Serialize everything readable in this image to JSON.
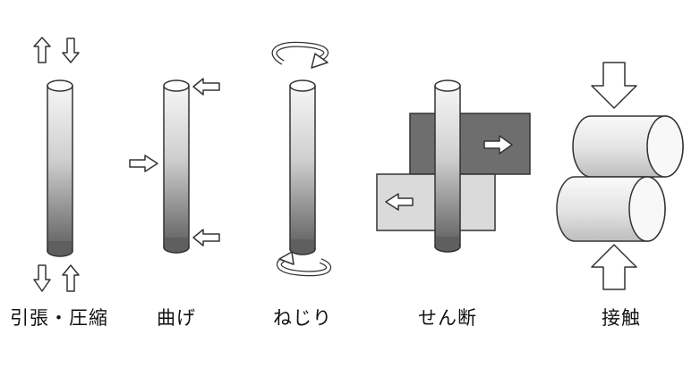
{
  "labels": {
    "tension_compression": "引張・圧縮",
    "bending": "曲げ",
    "torsion": "ねじり",
    "shear": "せん断",
    "contact": "接触"
  },
  "colors": {
    "outline": "#333333",
    "rod_light": "#f4f4f4",
    "rod_dark": "#6a6a6a",
    "shear_block_dark": "#6e6e6e",
    "shear_block_light": "#dadada",
    "arrow_fill": "#ffffff"
  }
}
